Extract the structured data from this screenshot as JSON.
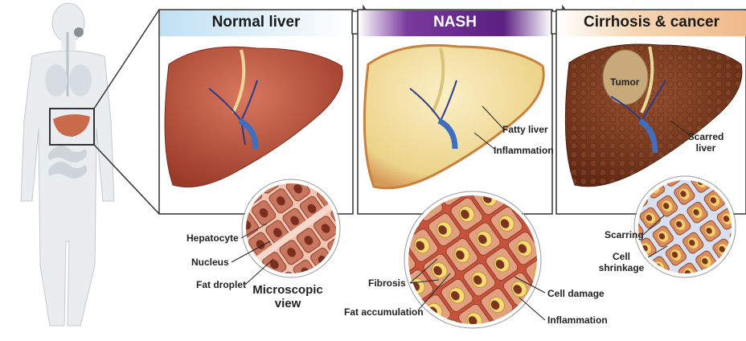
{
  "panels": [
    {
      "title": "Normal liver"
    },
    {
      "title": "NASH"
    },
    {
      "title": "Cirrhosis & cancer"
    }
  ],
  "labels": {
    "hepatocyte": "Hepatocyte",
    "nucleus": "Nucleus",
    "fat_droplet": "Fat droplet",
    "microscopic_view_1": "Microscopic",
    "microscopic_view_2": "view",
    "fatty_liver": "Fatty liver",
    "inflammation_top": "Inflammation",
    "fibrosis": "Fibrosis",
    "fat_accumulation": "Fat accumulation",
    "cell_damage": "Cell damage",
    "inflammation_bottom": "Inflammation",
    "tumor": "Tumor",
    "scarred_liver_1": "Scarred",
    "scarred_liver_2": "liver",
    "scarring": "Scarring",
    "cell_shrinkage_1": "Cell",
    "cell_shrinkage_2": "shrinkage"
  },
  "colors": {
    "normal_header": "#d9ecf7",
    "nash_header": "#6a2a8e",
    "cirrhosis_header": "#f2c79c",
    "normal_liver": "#b5503a",
    "nash_liver": "#f0dc9c",
    "cirrhosis_liver": "#7a3a22",
    "tumor": "#c8aa7a"
  }
}
